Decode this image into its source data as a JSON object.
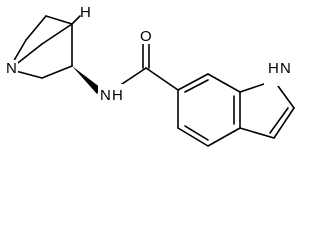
{
  "molecule": {
    "atoms": {
      "n_quinuclidine": "N",
      "h_stereo": "H",
      "n_amide": "N",
      "h_amide": "H",
      "o_carbonyl": "O",
      "n_indole": "N",
      "h_indole": "H"
    }
  },
  "colors": {
    "ink": "#000000",
    "paper": "#ffffff"
  }
}
